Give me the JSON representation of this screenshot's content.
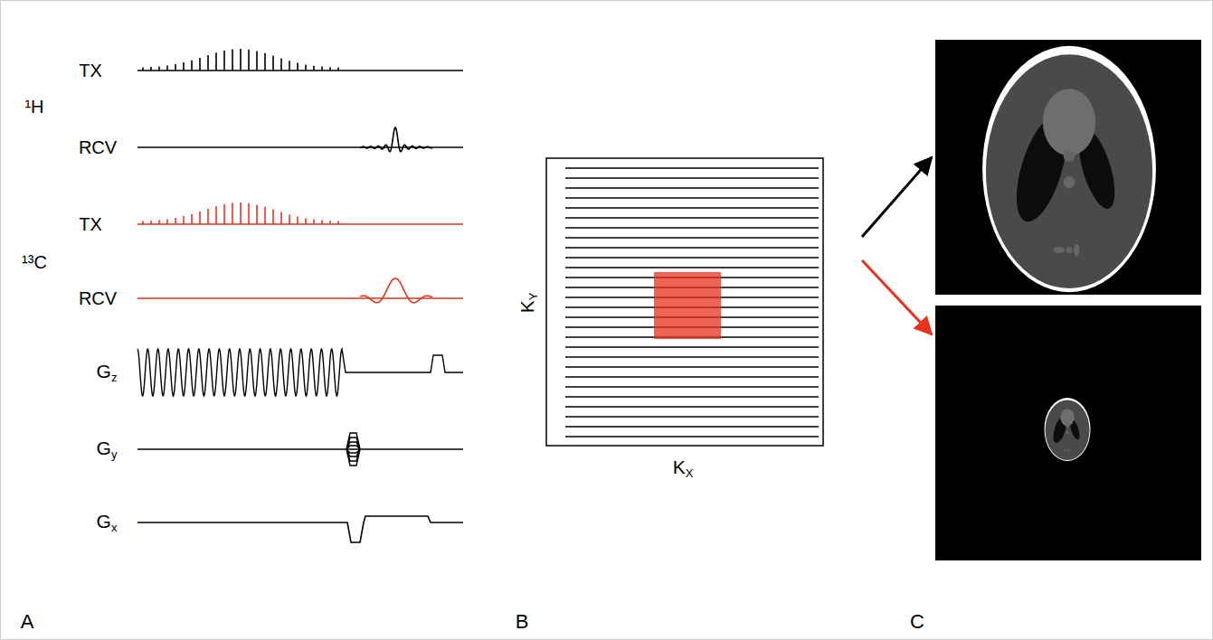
{
  "diagram": {
    "labels": [
      "TX",
      "¹H",
      "RCV",
      "TX",
      "¹³C",
      "RCV",
      "Gz",
      "Gy",
      "Gx",
      "KY",
      "KX",
      "A",
      "B",
      "C"
    ]
  }
}
